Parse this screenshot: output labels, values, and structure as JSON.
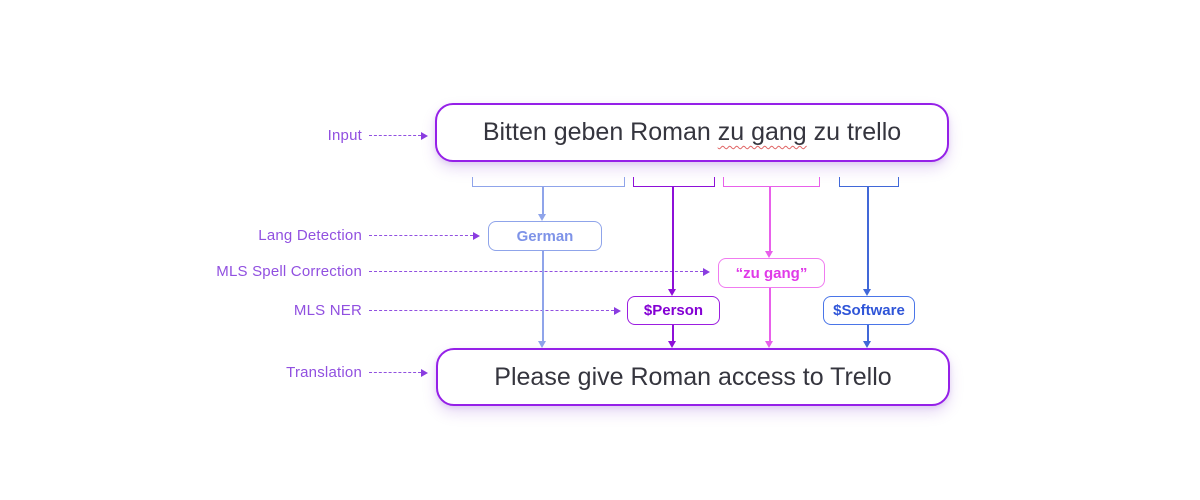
{
  "diagram": {
    "stages": [
      {
        "label": "Input"
      },
      {
        "label": "Lang Detection"
      },
      {
        "label": "MLS Spell Correction"
      },
      {
        "label": "MLS NER"
      },
      {
        "label": "Translation"
      }
    ],
    "input_sentence": {
      "prefix": "Bitten geben Roman ",
      "misspelled": "zu gang",
      "suffix": " zu trello"
    },
    "translated_sentence": "Please give Roman access to Trello",
    "nodes": {
      "language": "German",
      "spell_correction": "“zu gang”",
      "ner_person": "$Person",
      "ner_software": "$Software"
    },
    "colors": {
      "label_purple": "#9150e0",
      "io_box_border": "#9520e8",
      "io_box_text": "#35353e",
      "lang_periwinkle": "#8fa4ea",
      "lang_text": "#7e93e8",
      "ner_person_purple": "#8e10d8",
      "ner_person_text": "#8400d4",
      "spell_magenta": "#e860ea",
      "spell_text": "#e03ae8",
      "software_blue": "#4168d8",
      "software_text": "#2f55d8",
      "spellcheck_red": "#e06464"
    }
  }
}
